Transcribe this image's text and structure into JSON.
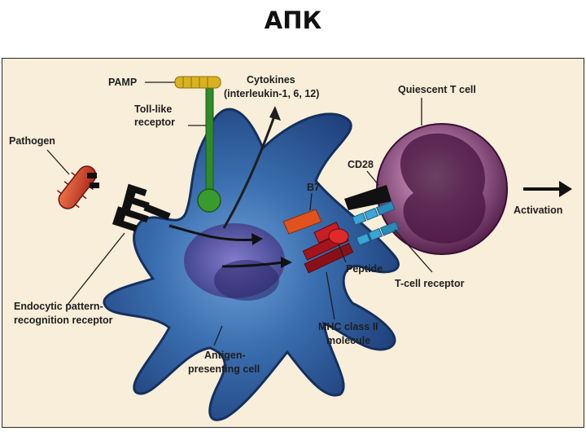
{
  "title": "АПК",
  "labels": {
    "pamp": "PAMP",
    "toll_like_1": "Toll-like",
    "toll_like_2": "receptor",
    "cytokines_1": "Cytokines",
    "cytokines_2": "(interleukin-1, 6, 12)",
    "quiescent_t_cell": "Quiescent T cell",
    "pathogen": "Pathogen",
    "cd28": "CD28",
    "b7": "B7",
    "activation": "Activation",
    "peptide": "Peptide",
    "t_cell_receptor": "T-cell receptor",
    "endocytic_1": "Endocytic pattern-",
    "endocytic_2": "recognition receptor",
    "mhc_1": "MHC class II",
    "mhc_2": "molecule",
    "apc_1": "Antigen-",
    "apc_2": "presenting cell"
  },
  "colors": {
    "cell_body": "#3a6fb0",
    "cell_dark": "#1f3f7a",
    "receptor_green": "#2f8a2a",
    "pamp_yellow": "#d9b21f",
    "t_cell_purple": "#7a2f6f",
    "pathogen_red": "#c8361e",
    "b7_orange": "#e0521e",
    "mhc_red": "#a5141c",
    "tcr_cyan": "#3aa5d6",
    "background": "#f8eed9"
  }
}
